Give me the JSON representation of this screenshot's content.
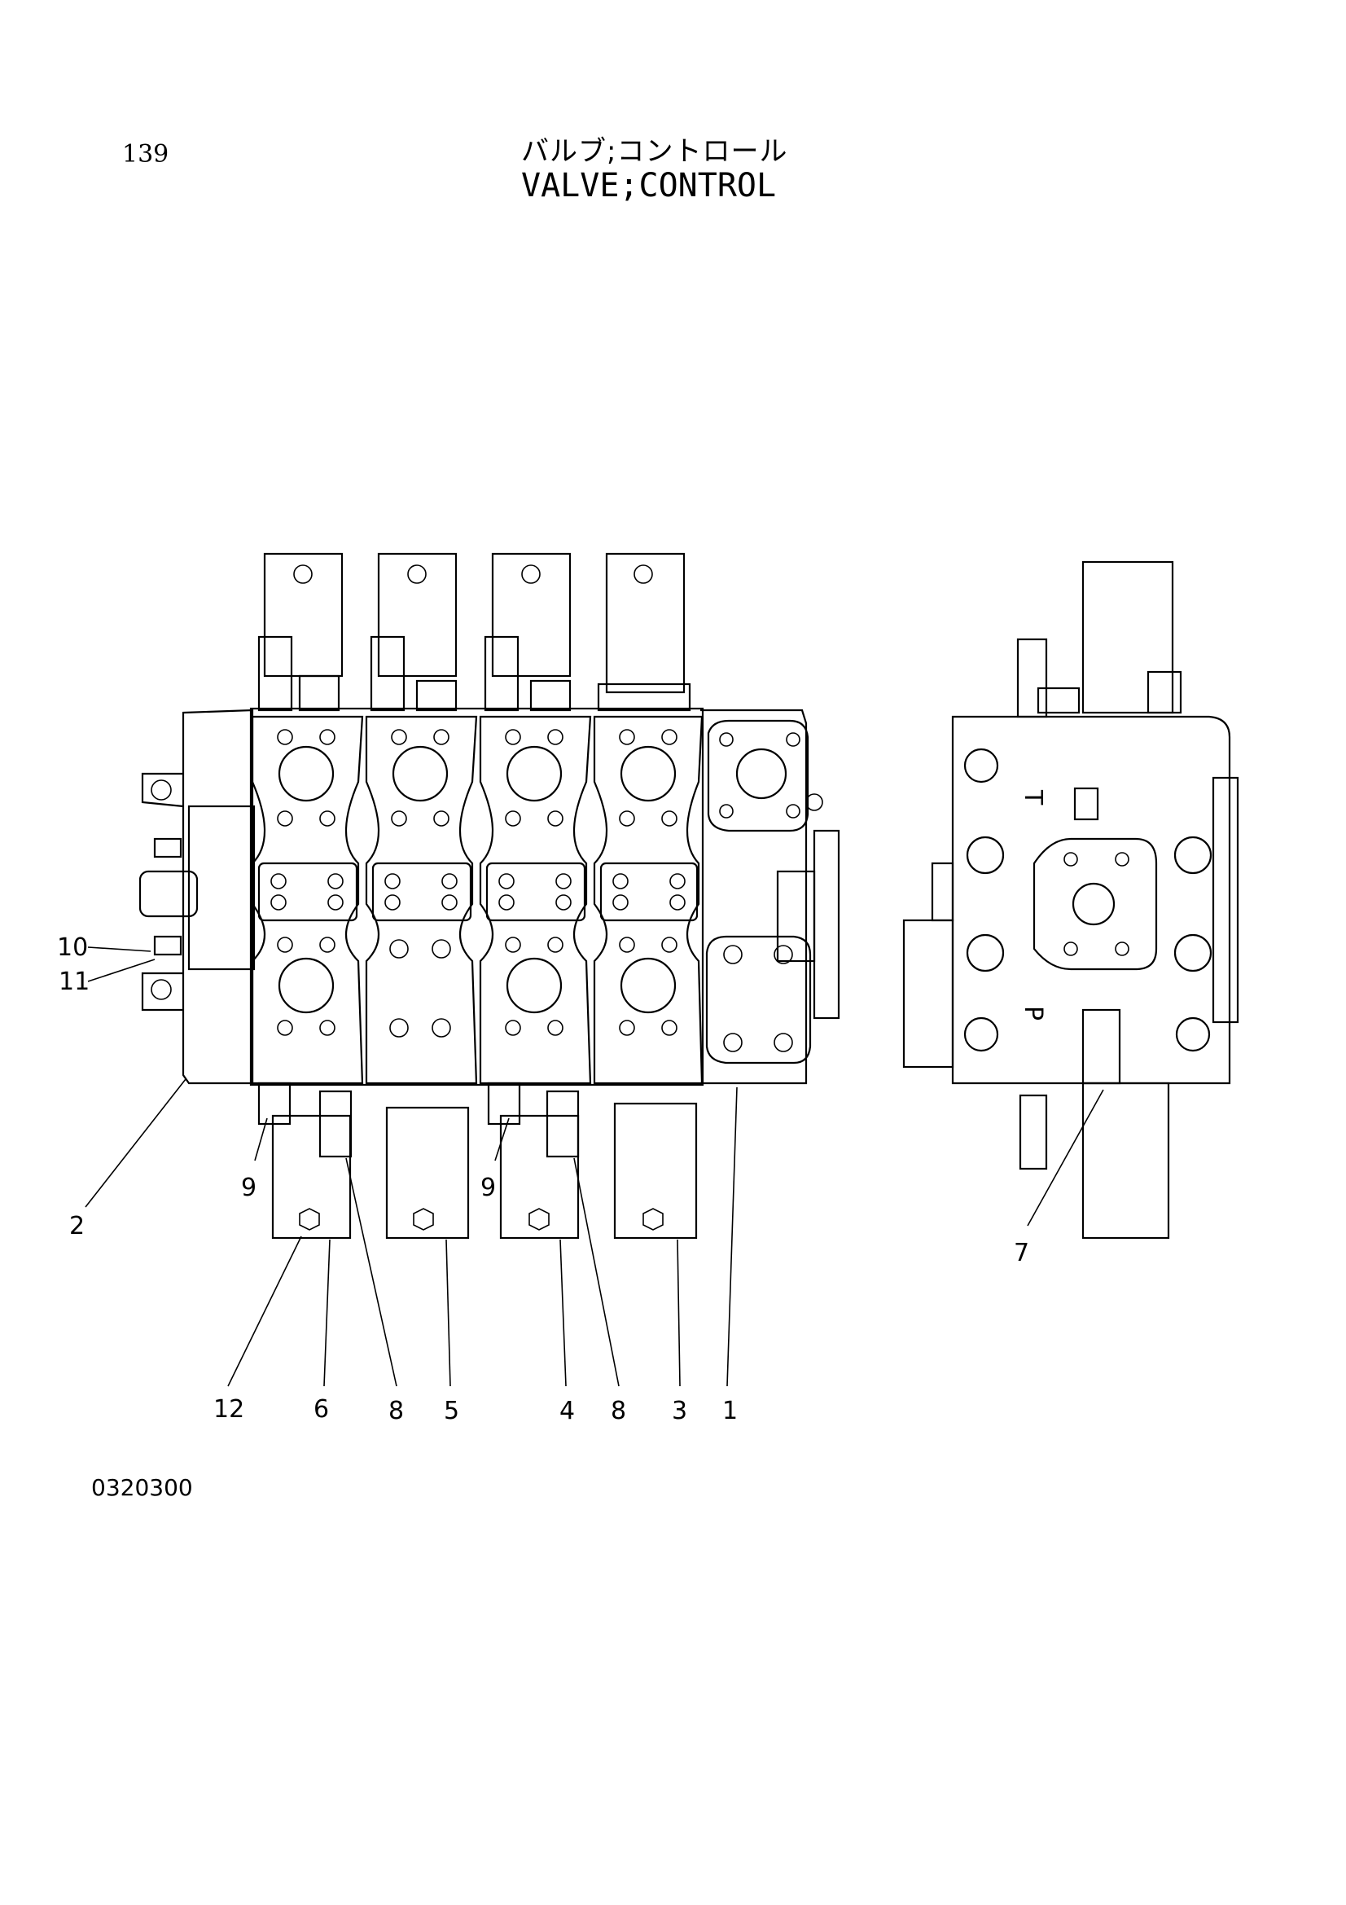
{
  "header": {
    "page_number": "139",
    "title_japanese": "バルブ;コントロール",
    "title_english": "VALVE;CONTROL"
  },
  "footer": {
    "document_code": "0320300"
  },
  "callouts": [
    {
      "id": "10",
      "label": "10"
    },
    {
      "id": "11",
      "label": "11"
    },
    {
      "id": "2",
      "label": "2"
    },
    {
      "id": "9a",
      "label": "9"
    },
    {
      "id": "9b",
      "label": "9"
    },
    {
      "id": "12",
      "label": "12"
    },
    {
      "id": "6",
      "label": "6"
    },
    {
      "id": "8a",
      "label": "8"
    },
    {
      "id": "5",
      "label": "5"
    },
    {
      "id": "4",
      "label": "4"
    },
    {
      "id": "8b",
      "label": "8"
    },
    {
      "id": "3",
      "label": "3"
    },
    {
      "id": "1",
      "label": "1"
    },
    {
      "id": "7",
      "label": "7"
    }
  ],
  "side_view_port_marks": {
    "T": "T",
    "P": "P"
  }
}
